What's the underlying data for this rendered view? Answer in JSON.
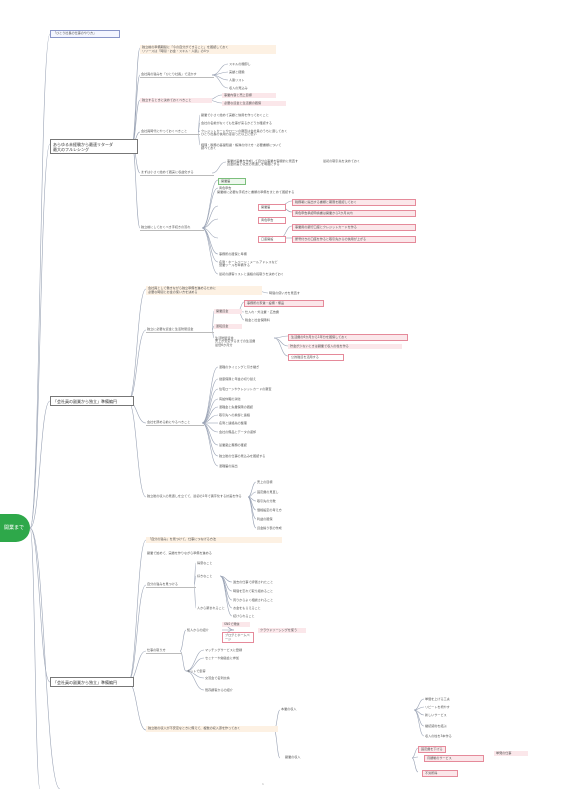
{
  "root": {
    "label": "開業まで"
  },
  "colors": {
    "line": "#9aa3b5",
    "root": "#2ea84a",
    "highlight": "#fdf1e3",
    "pink": "#fbe7ea",
    "pink_border": "#e58a9a",
    "green": "#7cbf7c"
  },
  "top_tag": "「ひとり社長の仕事のやり方」",
  "branches": [
    {
      "label": "あらゆる未経験から最速リターダ\n最大のフルレシング"
    },
    {
      "label": "「会社員の副業から独立」準備編円"
    },
    {
      "label": "「会社員の副業から独立」準備編円"
    }
  ],
  "nodes": {
    "a1": "独立前の準備期間に「今の自分ができること」を確認しておく\nリソースは「時間・お金・スキル・人脈」の4つ",
    "a2": "会社員の強みを「ひとり社長」で活かす",
    "a2c1": "スキルの棚卸し",
    "a2c2": "実績と経験",
    "a2c3": "人脈リスト",
    "a2c4": "収入の見込み",
    "a3": "独立するときに決めておくべきこと",
    "a3c1": "事業内容と売上目標",
    "a3c2": "必要な資金と生活費の確保",
    "a4": "会社員時代にやっておくべきこと",
    "a4c1": "副業で小さく始めて実績と信用を作っておくこと",
    "a4c2": "会社の名前がなくても仕事が来るかどうか確認する",
    "a4c3": "クレジットカードやローンの審査は会社員のうちに通しておく\nひとり社長の信用力は思った以上に低い",
    "a4c4": "経理・税務の基礎知識・帳簿の付け方・必要書類について\n調べておく",
    "a5": "まずは小さく始めて確実に収益化する",
    "a5c1": "事業計画書を作成して自分の事業を客観的に見直す\n資金計画と収支の見通しを明確にする",
    "a5c2": "最初の取引先を決めておく",
    "a6": "独立前にしておくべき手続きの流れ",
    "a6c0": "開業前に必要な手続きと書類の準備をまとめて確認する",
    "a6c1": "開業届",
    "a6c2": "青色申告",
    "a6c3": "口座開設",
    "a6d1": "税務署に提出する書類と期限を確認しておく",
    "a6d2": "青色申告承認申請書は開業から2か月以内",
    "a6d3": "事業用の銀行口座とクレジットカードを作る",
    "a6d4": "屋号付きの口座を作ると取引先からの信用が上がる",
    "a7c1": "事務所の確保と準備",
    "a7c2": "名刺・ホームページ・メールアドレスなど\n営業ツールを準備する",
    "a7c3": "最初の顧客リストと連絡の段取りを決めておく",
    "b0": "会社員として働きながら独立準備を進めるために\n必要な時間とお金の使い方を決める",
    "b0r": "時間の使い方を見直す",
    "b1": "独立に必要な資金と生活防衛資金",
    "b1c1": "開業資金",
    "b1c2": "運転資金",
    "b1c3": "生活防衛資金\n売上が安定するまでの生活費\n最低6か月分",
    "b1d1": "事務所の家賃・設備・備品",
    "b1d2": "仕入れ・外注費・広告費",
    "b1d3": "税金と社会保険料",
    "b1e1": "生活費の6か月から1年分を確保しておく",
    "b1e2": "貯金が少ないときは副業で収入の柱を作る",
    "b1e3": "公的融資を活用する",
    "b2": "会社を辞める前にやるべきこと",
    "b2c1": "退職のタイミングと引き継ぎ",
    "b2c2": "健康保険と年金の切り替え",
    "b2c3": "住宅ローンやクレジットカードの審査",
    "b2c4": "有給休暇の消化",
    "b2c5": "退職金と失業保険の確認",
    "b2c6": "取引先への挨拶と連絡",
    "b2c7": "名刺と連絡先の整理",
    "b2c8": "会社の備品とデータの返却",
    "b2c9": "競業避止義務の確認",
    "b2c10": "独立後の仕事の見込みを確認する",
    "b2c11": "退職届の提出",
    "b3": "独立後の収入の見通しを立てて、最初の1年で黒字化する計画を作る",
    "b3c1": "売上の目標",
    "b3c2": "固定費の見直し",
    "b3c3": "取引先の分散",
    "b3c4": "価格設定の考え方",
    "b3c5": "利益の確保",
    "b3c6": "資金繰り表の作成",
    "c0": "「自分の強み」を見つけて、仕事につなげる方法",
    "c0b": "副業で始めて、実績を作りながら準備を進める",
    "c1": "自分の強みを見つける",
    "c1c1": "得意なこと",
    "c1c2": "好きなこと",
    "c1c3": "人から頼まれること",
    "c1d1": "過去の仕事で評価されたこと",
    "c1d2": "時間を忘れて取り組めること",
    "c1d3": "周りからよく相談されること",
    "c1d4": "お金をもらえること",
    "c1d5": "続けられること",
    "c2": "仕事の取り方",
    "c2c1": "知人からの紹介",
    "c2c2": "ネットで集客",
    "c2d1": "SNSで発信",
    "c2d2": "ブログとホームページ",
    "c2d3": "クラウドソーシングを使う",
    "c2d4": "マッチングサービスに登録",
    "c2d5": "セミナーや勉強会に参加",
    "c2d6": "交流会で名刺交換",
    "c2d7": "既存顧客からの紹介",
    "c3": "独立後の収入が不安定なときに備えて、複数の収入源を作っておく",
    "c3c1": "本業の収入",
    "c3c2": "副業の収入",
    "c3d1": "単価を上げる工夫",
    "c3d2": "リピートを増やす",
    "c3d3": "新しいサービス",
    "c3d4": "継続契約を結ぶ",
    "c3d5": "収入の柱を3本作る",
    "c3d6": "固定費を下げる",
    "c3d7": "月額制のサービス",
    "c3d8": "単発の仕事",
    "c3d9": "不労所得"
  },
  "footer": {
    "page": "1"
  }
}
